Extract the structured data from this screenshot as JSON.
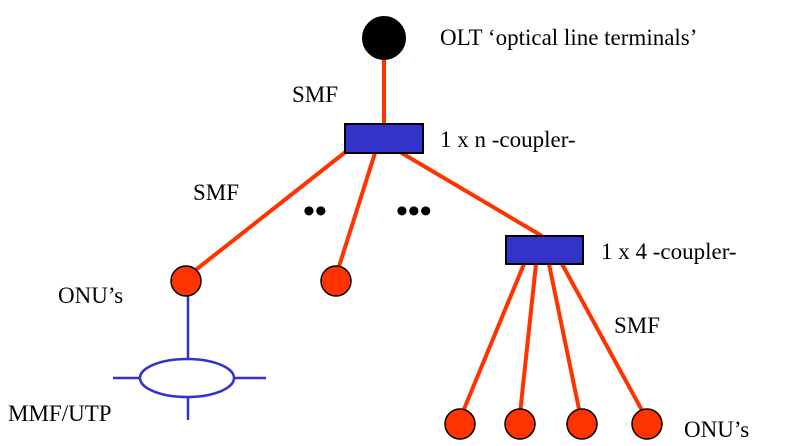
{
  "labels": {
    "olt": "OLT ‘optical line terminals’",
    "smf_top": "SMF",
    "coupler_1n": "1 x n -coupler-",
    "smf_left": "SMF",
    "dots_two": "••",
    "dots_three": "•••",
    "coupler_14": "1 x 4 -coupler-",
    "onu_left": "ONU’s",
    "smf_right": "SMF",
    "mmf_utp": "MMF/UTP",
    "onu_bottom": "ONU’s"
  },
  "colors": {
    "olt_node": "#000000",
    "fiber": "#ff3300",
    "onu_fill": "#ff3300",
    "coupler_fill": "#3333cc",
    "lan": "#3333cc",
    "text": "#000000"
  }
}
